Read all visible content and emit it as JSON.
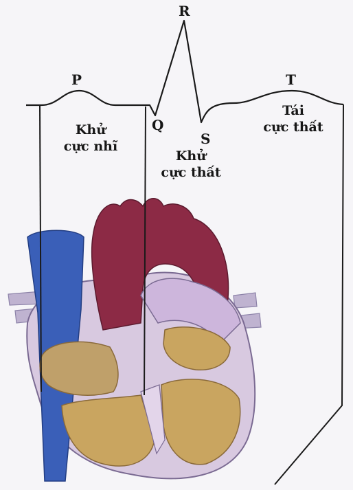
{
  "ecg": {
    "waves": {
      "p": "P",
      "q": "Q",
      "r": "R",
      "s": "S",
      "t": "T"
    },
    "phases": {
      "atrial_depolarization": {
        "line1": "Khử",
        "line2": "cực nhĩ"
      },
      "ventricular_depolarization": {
        "line1": "Khử",
        "line2": "cực thất"
      },
      "ventricular_repolarization": {
        "line1": "Tái",
        "line2": "cực thất"
      }
    }
  },
  "colors": {
    "background": "#f6f5f8",
    "line": "#1a1a1a",
    "vena_cava": "#3a5fb8",
    "aorta": "#8c2a45",
    "pulmonary": "#c9b2d6",
    "heart_wall": "#d8c9e0",
    "myocardium": "#c9a560",
    "atrium_inner": "#bfa06a"
  }
}
